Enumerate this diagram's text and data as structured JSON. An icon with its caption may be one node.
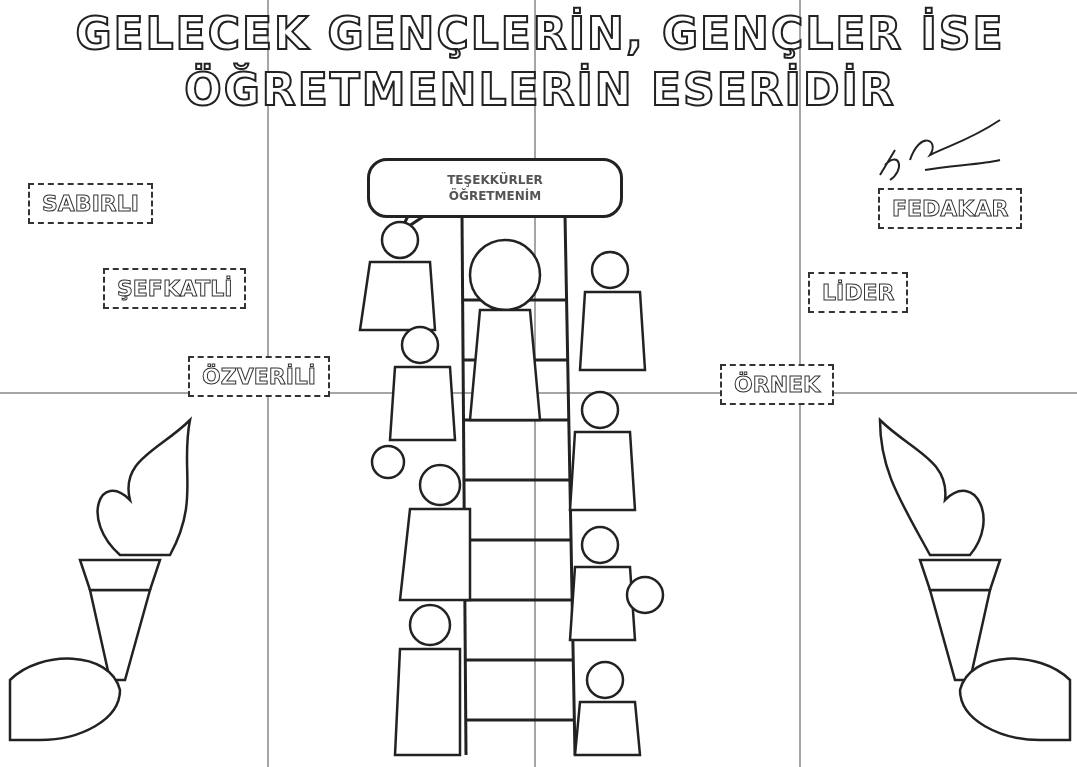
{
  "diagram": {
    "title": "GELECEK GENÇLERİN, GENÇLER İSE ÖĞRETMENLERİN ESERİDİR",
    "nodes": [
      {
        "text": [
          "TEŞEKKÜRLER ÖĞRETMENİM"
        ]
      },
      {
        "text": [
          "SABIRLI"
        ]
      },
      {
        "text": [
          "FEDAKAR"
        ]
      },
      {
        "text": [
          "ŞEFKATLİ"
        ]
      },
      {
        "text": [
          "LİDER"
        ]
      },
      {
        "text": [
          "ÖZVERİLİ"
        ]
      },
      {
        "text": [
          "ÖRNEK"
        ]
      }
    ]
  }
}
